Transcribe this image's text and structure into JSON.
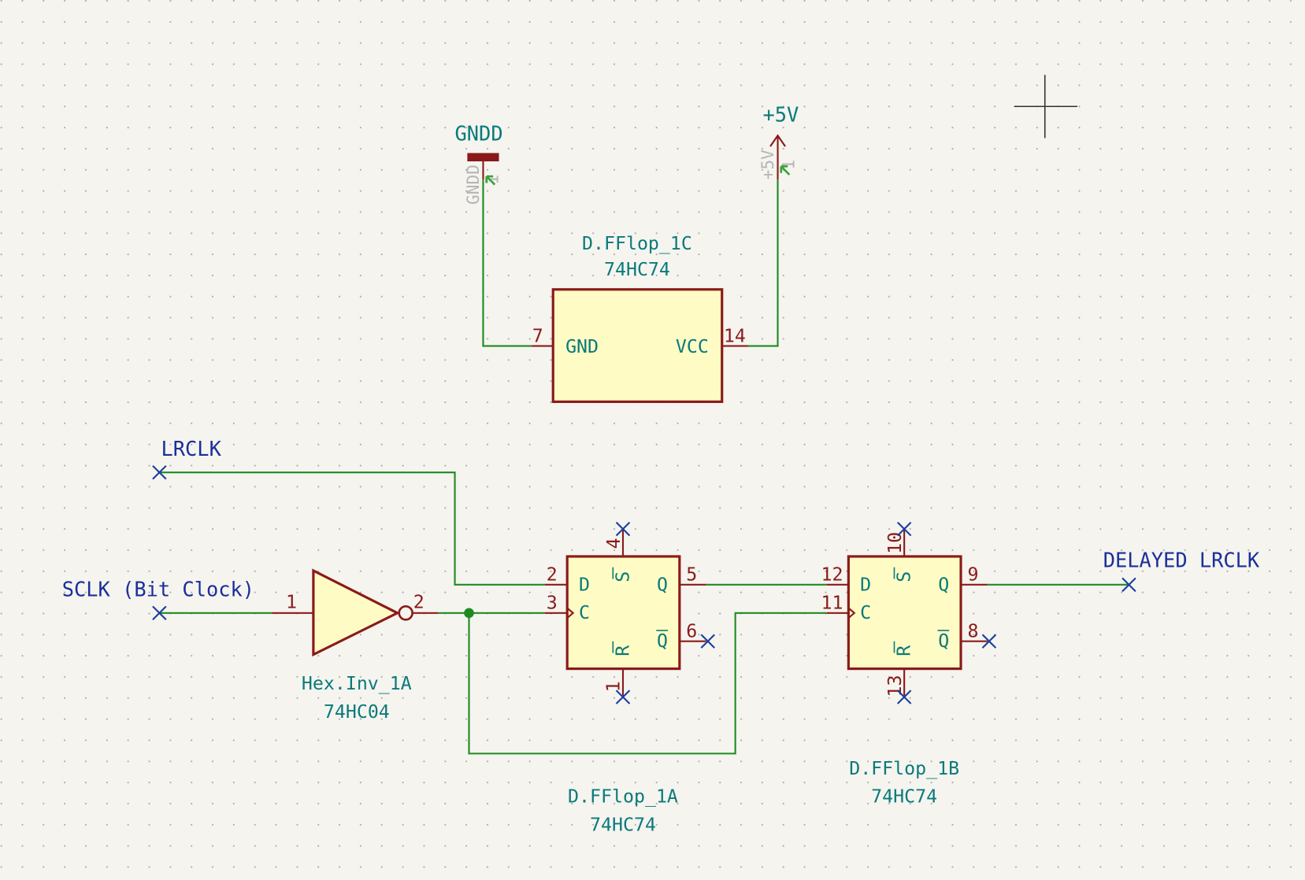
{
  "power": {
    "gnd_label": "GNDD",
    "gnd_ghost": "GNDD",
    "gnd_pin": "1",
    "vcc_label": "+5V",
    "vcc_ghost": "+5V",
    "vcc_pin": "1"
  },
  "ff_c": {
    "ref": "D.FFlop_1C",
    "value": "74HC74",
    "pin_gnd_num": "7",
    "pin_gnd_name": "GND",
    "pin_vcc_num": "14",
    "pin_vcc_name": "VCC"
  },
  "nets": {
    "lrclk": "LRCLK",
    "sclk": "SCLK (Bit Clock)",
    "delayed": "DELAYED LRCLK"
  },
  "inverter": {
    "ref": "Hex.Inv_1A",
    "value": "74HC04",
    "pin_in": "1",
    "pin_out": "2"
  },
  "ff_a": {
    "ref": "D.FFlop_1A",
    "value": "74HC74",
    "pin_d": "2",
    "pin_c": "3",
    "pin_q": "5",
    "pin_qbar": "6",
    "pin_s": "4",
    "pin_r": "1",
    "name_d": "D",
    "name_c": "C",
    "name_q": "Q",
    "name_qbar": "Q",
    "name_s": "S",
    "name_r": "R"
  },
  "ff_b": {
    "ref": "D.FFlop_1B",
    "value": "74HC74",
    "pin_d": "12",
    "pin_c": "11",
    "pin_q": "9",
    "pin_qbar": "8",
    "pin_s": "10",
    "pin_r": "13",
    "name_d": "D",
    "name_c": "C",
    "name_q": "Q",
    "name_qbar": "Q",
    "name_s": "S",
    "name_r": "R"
  },
  "colors": {
    "wire": "#1f8a1f",
    "symbol_outline": "#8a1a1a",
    "symbol_fill": "#fffbc4",
    "net_label": "#1a2f9a",
    "ref_text": "#0a7a7a",
    "background": "#f5f4ef"
  }
}
